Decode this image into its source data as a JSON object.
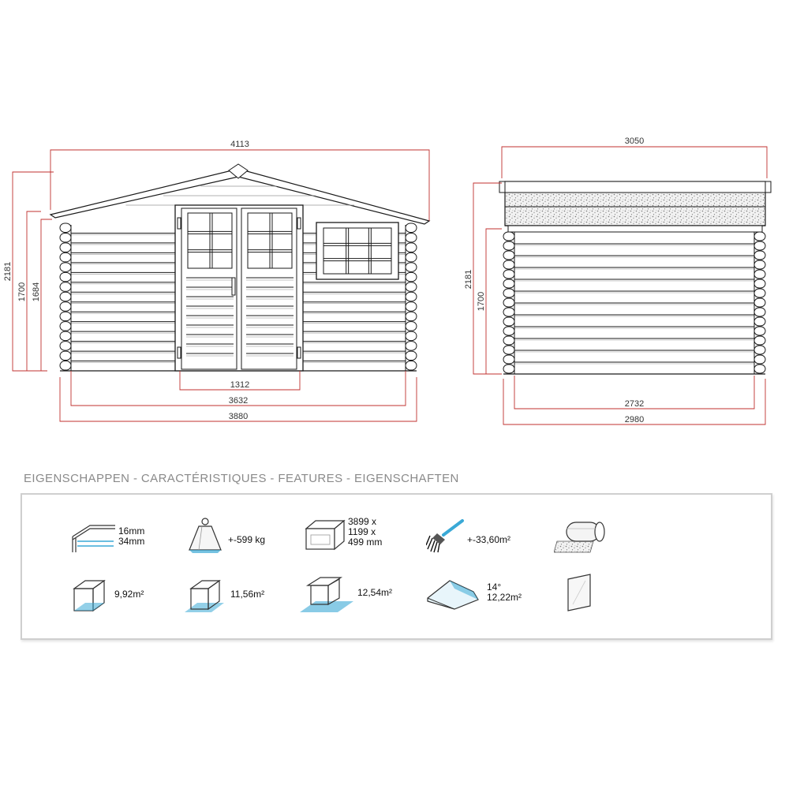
{
  "front_view": {
    "dimensions": {
      "total_width": "4113",
      "total_height": "2181",
      "wall_height": "1700",
      "door_height": "1684",
      "door_width": "1312",
      "inner_width": "3632",
      "outer_width": "3880"
    }
  },
  "side_view": {
    "dimensions": {
      "roof_depth": "3050",
      "total_height": "2181",
      "wall_height": "1700",
      "inner_depth": "2732",
      "outer_depth": "2980"
    }
  },
  "features": {
    "heading": "EIGENSCHAPPEN - CARACTÉRISTIQUES - FEATURES - EIGENSCHAFTEN",
    "row1": [
      {
        "icon": "wall-thickness-icon",
        "lines": [
          "16mm",
          "34mm"
        ]
      },
      {
        "icon": "weight-icon",
        "lines": [
          "+-599 kg"
        ]
      },
      {
        "icon": "package-icon",
        "lines": [
          "3899 x",
          "1199 x",
          "499 mm"
        ]
      },
      {
        "icon": "paint-brush-icon",
        "lines": [
          "+-33,60m²"
        ]
      },
      {
        "icon": "roofing-roll-icon",
        "lines": []
      }
    ],
    "row2": [
      {
        "icon": "inner-floor-area-icon",
        "lines": [
          "9,92m²"
        ]
      },
      {
        "icon": "outer-floor-area-icon",
        "lines": [
          "11,56m²"
        ]
      },
      {
        "icon": "roof-floor-area-icon",
        "lines": [
          "12,54m²"
        ]
      },
      {
        "icon": "roof-pitch-icon",
        "lines": [
          "14°",
          "12,22m²"
        ]
      },
      {
        "icon": "glass-pane-icon",
        "lines": []
      }
    ]
  },
  "colors": {
    "dimension_line": "#c0302f",
    "outline": "#1a1a1a",
    "icon_blue": "#3aa9d6",
    "box_border": "#cfcfcf"
  }
}
